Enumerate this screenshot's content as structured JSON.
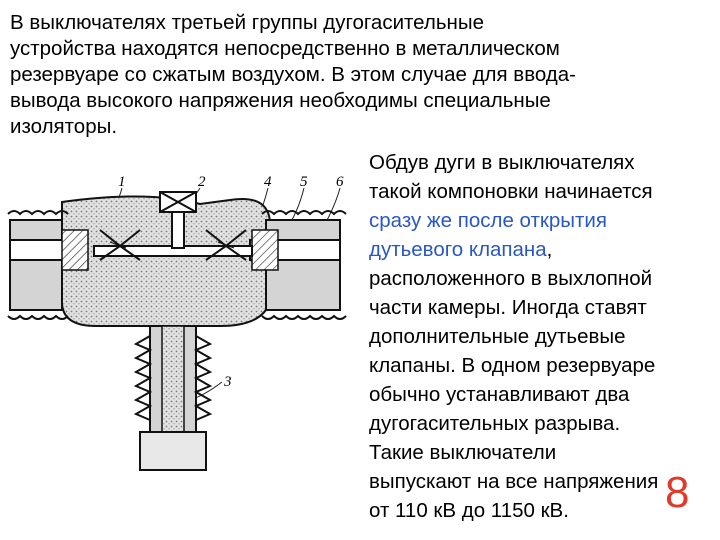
{
  "intro": {
    "lines": [
      "В выключателях третьей группы дугогасительные",
      "устройства находятся непосредственно в металлическом",
      "резервуаре со сжатым воздухом. В этом случае для ввода-",
      "вывода высокого напряжения необходимы специальные",
      "изоляторы."
    ]
  },
  "description": {
    "line1": "Обдув дуги в выключателях",
    "line2": "такой компоновки начинается",
    "line3": "сразу же после открытия",
    "line4_highlight": "дутьевого клапана",
    "line4_rest": ",",
    "line5": "расположенного в выхлопной",
    "line6": "части камеры. Иногда ставят",
    "line7": "дополнительные дутьевые",
    "line8": "клапаны. В одном резервуаре",
    "line9": "обычно устанавливают два",
    "line10": "дугогасительных разрыва.",
    "line11": "Такие выключатели",
    "line12": "выпускают на все напряжения",
    "line13": "от 110 кВ до 1150 кВ."
  },
  "figure": {
    "labels": [
      "1",
      "2",
      "4",
      "5",
      "6",
      "3"
    ]
  },
  "slide_number": "8",
  "colors": {
    "highlight": "#2a56c6",
    "slide_number": "#e03a2a"
  }
}
